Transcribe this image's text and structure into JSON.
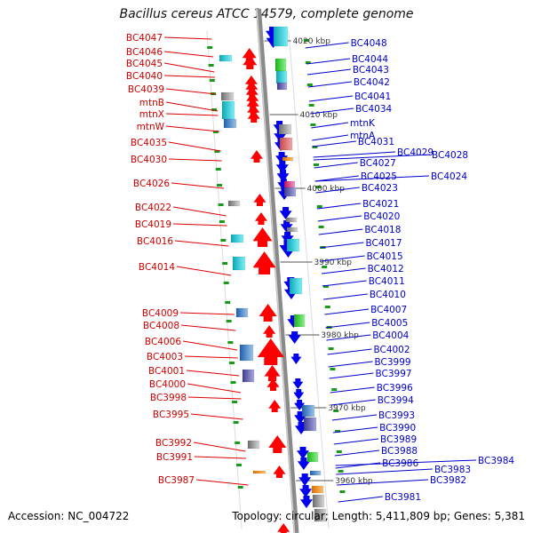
{
  "header": {
    "title": "Bacillus cereus ATCC 14579, complete genome"
  },
  "footer": {
    "accession": "Accession: NC_004722",
    "summary": "Topology: circular; Length: 5,411,809 bp; Genes: 5,381"
  },
  "colors": {
    "left_label": "#cc0000",
    "right_label": "#0000cc",
    "left_gene": "#ff0000",
    "right_gene": "#0000ee"
  },
  "kbp_ticks": [
    "4020 kbp",
    "4010 kbp",
    "4000 kbp",
    "3990 kbp",
    "3980 kbp",
    "3970 kbp",
    "3960 kbp"
  ],
  "left_genes": [
    "BC4047",
    "BC4046",
    "BC4045",
    "BC4040",
    "BC4039",
    "mtnB",
    "mtnX",
    "mtnW",
    "BC4035",
    "BC4030",
    "BC4026",
    "BC4022",
    "BC4019",
    "BC4016",
    "BC4014",
    "BC4009",
    "BC4008",
    "BC4006",
    "BC4003",
    "BC4001",
    "BC4000",
    "BC3998",
    "BC3995",
    "BC3992",
    "BC3991",
    "BC3987"
  ],
  "right_genes": [
    "BC4048",
    "BC4044",
    "BC4043",
    "BC4042",
    "BC4041",
    "BC4034",
    "mtnK",
    "mtnA",
    "BC4031",
    "BC4029",
    "BC4028",
    "BC4027",
    "BC4025",
    "BC4024",
    "BC4023",
    "BC4021",
    "BC4020",
    "BC4018",
    "BC4017",
    "BC4015",
    "BC4012",
    "BC4011",
    "BC4010",
    "BC4007",
    "BC4005",
    "BC4004",
    "BC4002",
    "BC3999",
    "BC3997",
    "BC3996",
    "BC3994",
    "BC3993",
    "BC3990",
    "BC3989",
    "BC3988",
    "BC3986",
    "BC3984",
    "BC3983",
    "BC3982",
    "BC3981"
  ]
}
